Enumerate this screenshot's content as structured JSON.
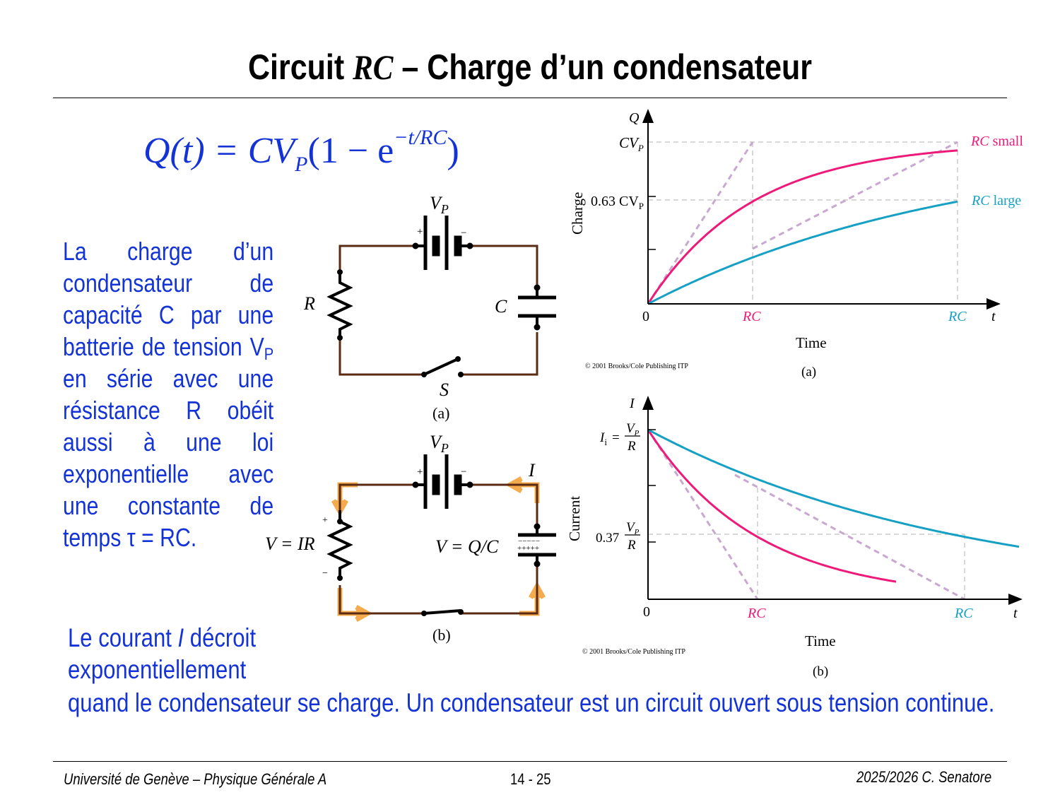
{
  "title": {
    "prefix": "Circuit ",
    "rc": "RC",
    "suffix": " – Charge d’un condensateur"
  },
  "formula": {
    "lhs": "Q(t) = CV",
    "sub": "P",
    "mid": "(1 − e",
    "exp": "−t/RC",
    "end": ")"
  },
  "paragraph": {
    "lines": [
      "La charge d’un",
      "condensateur de",
      "capacité C par une",
      "batterie de tension V",
      "en série avec une",
      "résistance R obéit",
      "aussi à une loi",
      "exponentielle avec",
      "une constante de",
      "temps τ = RC."
    ],
    "vp_sub": "P"
  },
  "bottom_text": {
    "line1_a": "Le courant ",
    "line1_i": "I",
    "line1_b": " décroit",
    "line2": "exponentiellement",
    "line3": "quand le condensateur se charge. Un condensateur est un circuit ouvert sous tension continue."
  },
  "circuit_a": {
    "vp": "V",
    "vp_sub": "P",
    "r": "R",
    "c": "C",
    "s": "S",
    "caption": "(a)",
    "plus": "+",
    "minus": "−"
  },
  "circuit_b": {
    "vp": "V",
    "vp_sub": "P",
    "i": "I",
    "vir": "V = IR",
    "vqc": "V = Q/C",
    "caption": "(b)",
    "plus": "+",
    "minus": "−",
    "cap_minus": "−−−−−",
    "cap_plus": "+++++"
  },
  "graph_a": {
    "y_axis": "Q",
    "y_label": "Charge",
    "x_label": "Time",
    "t": "t",
    "zero": "0",
    "cvp": "CV",
    "cvp_sub": "P",
    "level063": "0.63 CV",
    "level063_sub": "P",
    "rc": "RC",
    "small": "small",
    "large": "large",
    "copyright": "© 2001 Brooks/Cole Publishing ITP",
    "caption": "(a)"
  },
  "graph_b": {
    "y_axis": "I",
    "y_label": "Current",
    "x_label": "Time",
    "t": "t",
    "zero": "0",
    "ii": "I",
    "ii_sub": "i",
    "eq": "=",
    "vp": "V",
    "vp_sub": "P",
    "r": "R",
    "level037": "0.37",
    "rc": "RC",
    "copyright": "© 2001 Brooks/Cole Publishing ITP",
    "caption": "(b)"
  },
  "colors": {
    "text_blue": "#1433d6",
    "rc_small": "#ee1a7a",
    "rc_large": "#16a0c4",
    "wire": "#5a2a12",
    "arrow": "#f3a23a",
    "tangent": "#c8a8d0"
  },
  "footer": {
    "left": "Université de Genève – Physique Générale A",
    "center": "14 - 25",
    "right": "2025/2026  C. Senatore"
  }
}
